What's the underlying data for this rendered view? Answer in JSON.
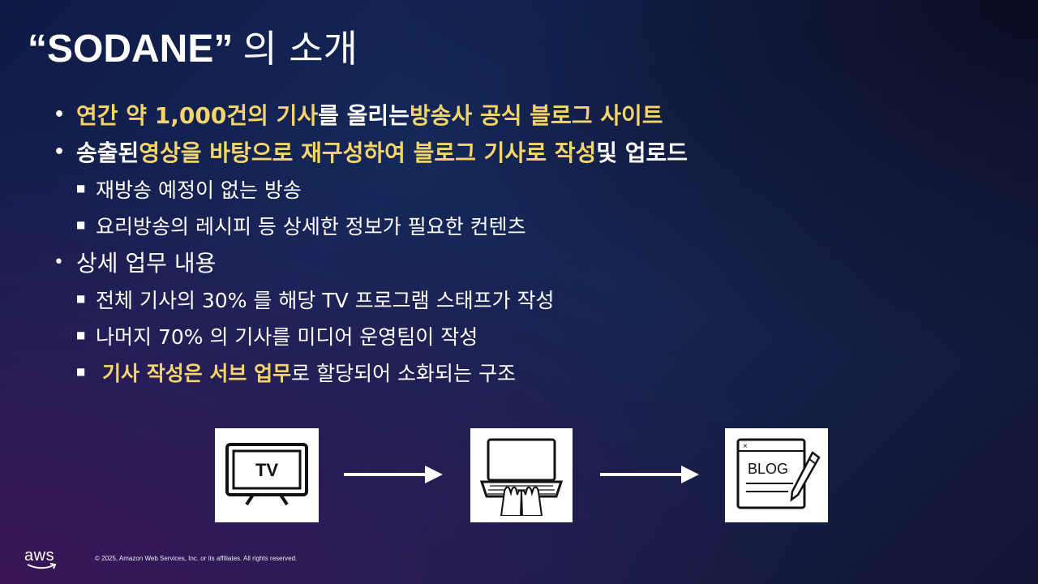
{
  "slide": {
    "title_quoted": "“SODANE”",
    "title_rest": "의 소개",
    "bullet1": {
      "p1": "연간 약 1,000건의 기사",
      "p2": "를 올리는 ",
      "p3": "방송사 공식 블로그 사이트"
    },
    "bullet2": {
      "p1": "송출된 ",
      "p2": "영상을 바탕으로 재구성하여 블로그 기사로 작성",
      "p3": " 및 업로드",
      "sub": [
        "재방송 예정이 없는 방송",
        "요리방송의 레시피 등 상세한 정보가 필요한 컨텐츠"
      ]
    },
    "bullet3": {
      "label": "상세 업무 내용",
      "sub1": "전체 기사의 30% 를 해당 TV 프로그램 스태프가 작성",
      "sub2": "나머지 70% 의 기사를 미디어 운영팀이 작성",
      "sub3_p1": "기사 작성은 서브 업무",
      "sub3_p2": "로 할당되어 소화되는 구조"
    }
  },
  "flow": {
    "tv_label": "TV",
    "blog_label": "BLOG",
    "icons": [
      "tv-icon",
      "laptop-typing-icon",
      "blog-writing-icon"
    ]
  },
  "footer": {
    "logo": "aws",
    "copyright": "© 2025, Amazon Web Services, Inc. or its affiliates. All rights reserved."
  },
  "colors": {
    "highlight": "#f5d56a",
    "text": "#ffffff"
  }
}
